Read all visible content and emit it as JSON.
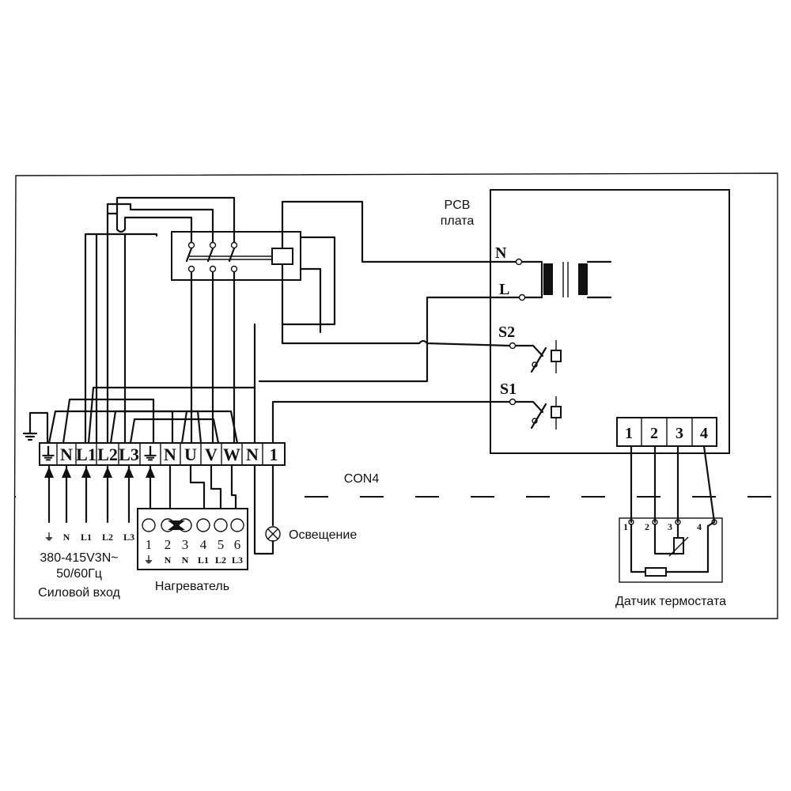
{
  "pcb": {
    "title_line1": "PCB",
    "title_line2": "плата",
    "terminals": [
      "N",
      "L",
      "S2",
      "S1"
    ]
  },
  "input_terminals": [
    "⏚",
    "N",
    "L1",
    "L2",
    "L3",
    "⏚",
    "N",
    "U",
    "V",
    "W",
    "N",
    "1"
  ],
  "con4_label": "CON4",
  "power_input": {
    "labels": [
      "⏚",
      "N",
      "L1",
      "L2",
      "L3"
    ],
    "voltage": "380-415V3N~",
    "frequency": "50/60Гц",
    "caption": "Силовой вход"
  },
  "heater": {
    "numbers": [
      "1",
      "2",
      "3",
      "4",
      "5",
      "6"
    ],
    "labels": [
      "⏚",
      "N",
      "N",
      "L1",
      "L2",
      "L3"
    ],
    "caption": "Нагреватель"
  },
  "lamp": {
    "caption": "Освещение"
  },
  "thermostat": {
    "terminals": [
      "1",
      "2",
      "3",
      "4"
    ],
    "inner_terminals": [
      "1",
      "2",
      "3",
      "4"
    ],
    "caption": "Датчик термостата"
  }
}
